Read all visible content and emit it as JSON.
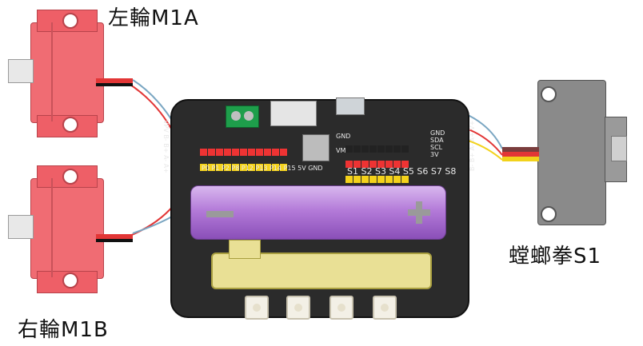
{
  "labels": {
    "left_motor": "左輪M1A",
    "right_motor": "右輪M1B",
    "servo": "螳螂拳S1"
  },
  "board": {
    "left_rail": "VPV B- B+ A- A+",
    "servo_pins": "S1 S2 S3 S4 S5 S6 S7 S8",
    "power_labels": [
      "GND",
      "VM"
    ],
    "io_labels": [
      "P0",
      "P1",
      "P2",
      "P8",
      "P12",
      "P13",
      "P14",
      "P15",
      "5V",
      "GND"
    ],
    "right_header": [
      "GND",
      "SDA",
      "SCL",
      "3V"
    ],
    "right_rail": "B- B+ A- A+ V+"
  },
  "colors": {
    "motor": "#f06c73",
    "servo": "#8a8a8a",
    "board": "#2b2b2b",
    "wire_red": "#e23636",
    "wire_blue": "#7aa6c2",
    "wire_yellow": "#f2d21b"
  }
}
